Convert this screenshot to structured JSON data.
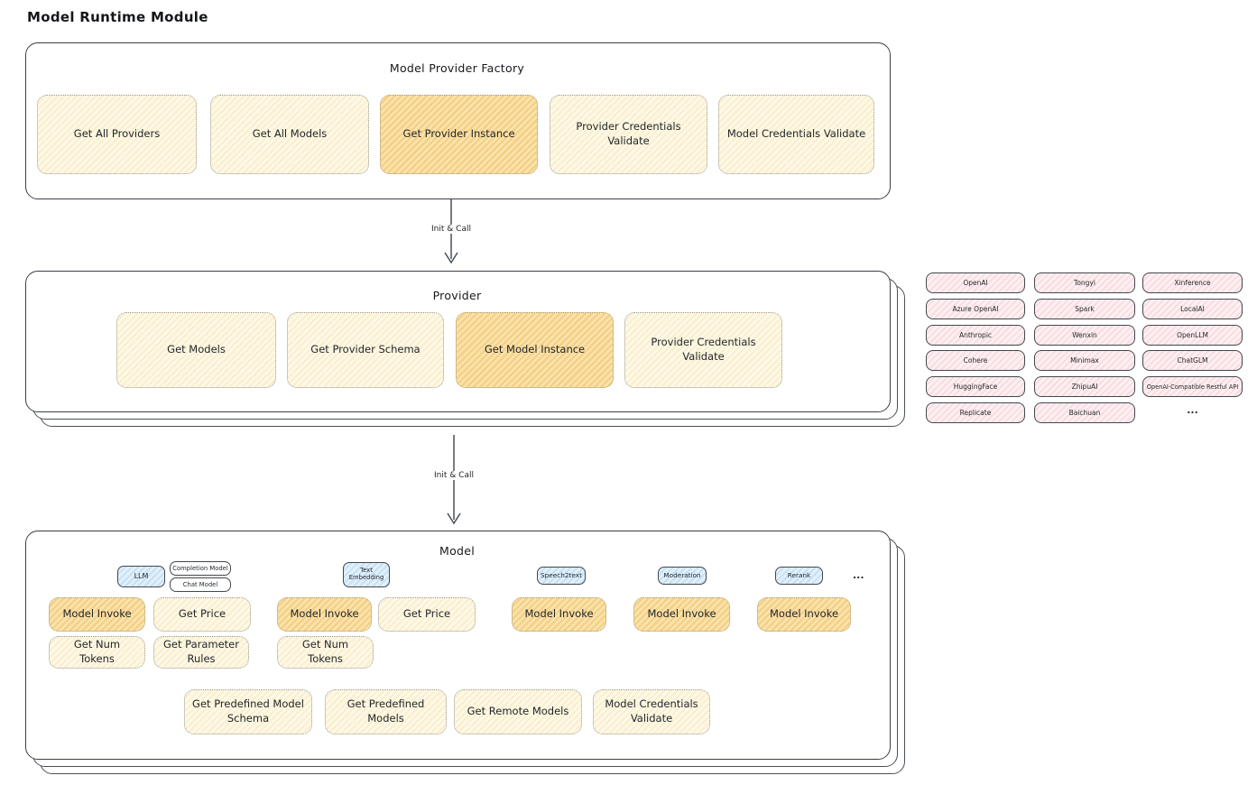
{
  "page_title": "Model Runtime Module",
  "colors": {
    "cream_fill": "#fdf8e8",
    "highlight_fill": "#fae3b0",
    "pink_fill": "#fdf0f2",
    "blue_fill": "#e2f0fb",
    "border_dark": "#3a4046",
    "dotted_border": "#9b9b90"
  },
  "factory": {
    "title": "Model Provider Factory",
    "buttons": [
      {
        "label": "Get All Providers",
        "highlight": false
      },
      {
        "label": "Get All Models",
        "highlight": false
      },
      {
        "label": "Get Provider Instance",
        "highlight": true
      },
      {
        "label": "Provider Credentials Validate",
        "highlight": false
      },
      {
        "label": "Model Credentials Validate",
        "highlight": false
      }
    ]
  },
  "arrow1": {
    "label": "Init & Call"
  },
  "arrow2": {
    "label": "Init & Call"
  },
  "provider": {
    "title": "Provider",
    "buttons": [
      {
        "label": "Get Models",
        "highlight": false
      },
      {
        "label": "Get Provider Schema",
        "highlight": false
      },
      {
        "label": "Get Model Instance",
        "highlight": true
      },
      {
        "label": "Provider Credentials Validate",
        "highlight": false
      }
    ]
  },
  "provider_list": {
    "items": [
      "OpenAI",
      "Azure OpenAI",
      "Anthropic",
      "Cohere",
      "HuggingFace",
      "Replicate",
      "Tongyi",
      "Spark",
      "Wenxin",
      "Minimax",
      "ZhipuAI",
      "Baichuan",
      "Xinference",
      "LocalAI",
      "OpenLLM",
      "ChatGLM",
      "OpenAI-Compatible Restful API"
    ],
    "more": "..."
  },
  "model": {
    "title": "Model",
    "tabs": [
      {
        "label": "LLM",
        "style": "blue"
      },
      {
        "label": "Completion Model",
        "style": "white"
      },
      {
        "label": "Chat Model",
        "style": "white"
      },
      {
        "label": "Text Embedding",
        "style": "blue"
      },
      {
        "label": "Speech2text",
        "style": "blue"
      },
      {
        "label": "Moderation",
        "style": "blue"
      },
      {
        "label": "Rerank",
        "style": "blue"
      }
    ],
    "tabs_more": "...",
    "buttons": [
      {
        "label": "Model Invoke",
        "highlight": true
      },
      {
        "label": "Get Price",
        "highlight": false
      },
      {
        "label": "Get Num Tokens",
        "highlight": false
      },
      {
        "label": "Get Parameter Rules",
        "highlight": false
      },
      {
        "label": "Model Invoke",
        "highlight": true
      },
      {
        "label": "Get Price",
        "highlight": false
      },
      {
        "label": "Get Num Tokens",
        "highlight": false
      },
      {
        "label": "Model Invoke",
        "highlight": true
      },
      {
        "label": "Model Invoke",
        "highlight": true
      },
      {
        "label": "Model Invoke",
        "highlight": true
      }
    ],
    "bottom_buttons": [
      {
        "label": "Get Predefined Model Schema"
      },
      {
        "label": "Get Predefined Models"
      },
      {
        "label": "Get Remote Models"
      },
      {
        "label": "Model Credentials Validate"
      }
    ]
  }
}
